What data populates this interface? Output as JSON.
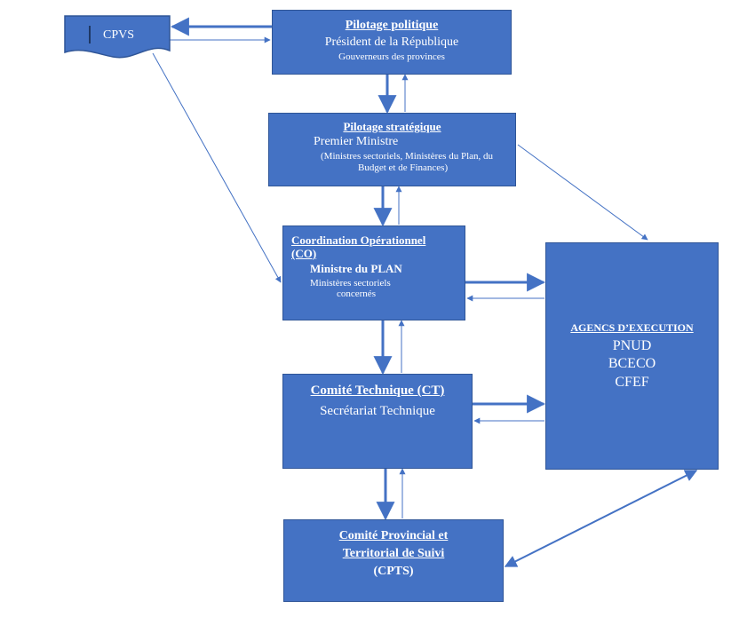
{
  "cpvs": {
    "label": "CPVS"
  },
  "pilotage_politique": {
    "title": "Pilotage politique",
    "line1": "Président de la République",
    "line2": "Gouverneurs des provinces"
  },
  "pilotage_strategique": {
    "title": "Pilotage stratégique",
    "line1": "Premier Ministre",
    "line2": "(Ministres sectoriels, Ministères du Plan, du",
    "line3": "Budget et de Finances)"
  },
  "coordination": {
    "title_line1": "Coordination Opérationnel",
    "title_line2": "(CO)",
    "line1": "Ministre du PLAN",
    "line2": "Ministères sectoriels",
    "line3": "concernés"
  },
  "comite_technique": {
    "title": "Comité Technique (CT)",
    "line1": "Secrétariat Technique"
  },
  "cpts": {
    "title_line1": "Comité Provincial et",
    "title_line2": "Territorial de Suivi",
    "line1": "(CPTS)"
  },
  "agences": {
    "title": "AGENCS D’EXECUTION",
    "items": [
      "PNUD",
      "BCECO",
      "CFEF"
    ]
  },
  "colors": {
    "box_fill": "#4472c4",
    "box_border": "#2f5597",
    "arrow": "#4472c4",
    "text": "#ffffff"
  }
}
